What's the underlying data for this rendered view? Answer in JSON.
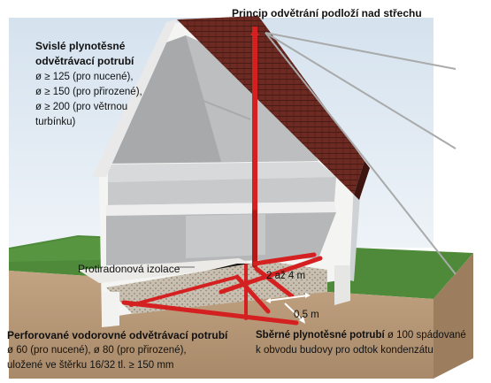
{
  "title": "Princip odvětrání podloží nad střechu",
  "vertical_pipe": {
    "heading_line1": "Svislé plynotěsné",
    "heading_line2": "odvětrávací potrubí",
    "spec1": "ø ≥ 125  (pro nucené),",
    "spec2": "ø ≥ 150  (pro přirozené),",
    "spec3": "ø ≥ 200  (pro větrnou",
    "spec4": "turbínku)"
  },
  "insulation_label": "Protiradonová izolace",
  "dimensions": {
    "spacing": "2 až 4  m",
    "offset": "0,5 m"
  },
  "horizontal_pipes": {
    "heading": "Perforované vodorovné odvětrávací potrubí",
    "line2": "ø 60 (pro nucené), ø 80 (pro přirozené),",
    "line3": "uložené ve štěrku 16/32 tl. ≥ 150  mm"
  },
  "collector_pipe": {
    "heading": "Sběrné plynotěsné potrubí",
    "detail": " ø 100 spádované",
    "line2": "k obvodu budovy pro odtok kondenzátu"
  },
  "colors": {
    "pipe": "#d42020",
    "roof": "#6a2820",
    "grass": "#4e8a3a",
    "soil": "#b89a7a",
    "sky": "#dde8f2"
  }
}
